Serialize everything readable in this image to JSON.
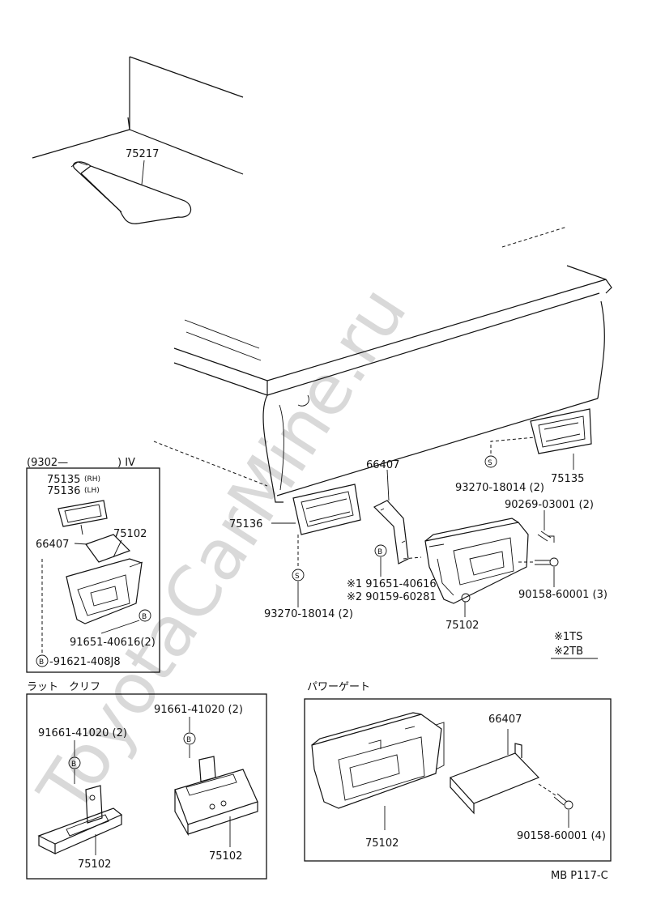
{
  "watermark": "ToyotaCarMine.ru",
  "parts": {
    "p75217": "75217",
    "p75135": "75135",
    "p75136": "75136",
    "p66407": "66407",
    "p75102": "75102",
    "p93270_right": "93270-18014 (2)",
    "p93270_left": "93270-18014 (2)",
    "p90269": "90269-03001 (2)",
    "p90158_3": "90158-60001 (3)",
    "note1": "※1 91651-40616",
    "note2": "※2 90159-60281"
  },
  "legend": {
    "line1": "※1TS",
    "line2": "※2TB"
  },
  "inset_iv": {
    "header_left": "(9302—",
    "header_right": ") IV",
    "p75135": "75135",
    "p75135_side": "(RH)",
    "p75136": "75136",
    "p75136_side": "(LH)",
    "p66407": "66407",
    "p75102": "75102",
    "p91651": "91651-40616(2)",
    "p91621": "-91621-408J8"
  },
  "rat_cliff": {
    "title": "ラット　クリフ",
    "left_bolt": "91661-41020 (2)",
    "right_bolt": "91661-41020 (2)",
    "left_part": "75102",
    "right_part": "75102"
  },
  "power_gate": {
    "title": "パワーゲート",
    "p66407": "66407",
    "p75102": "75102",
    "p90158": "90158-60001 (4)"
  },
  "symbols": {
    "s": "S",
    "b": "B"
  },
  "footer": "MB P117-C"
}
